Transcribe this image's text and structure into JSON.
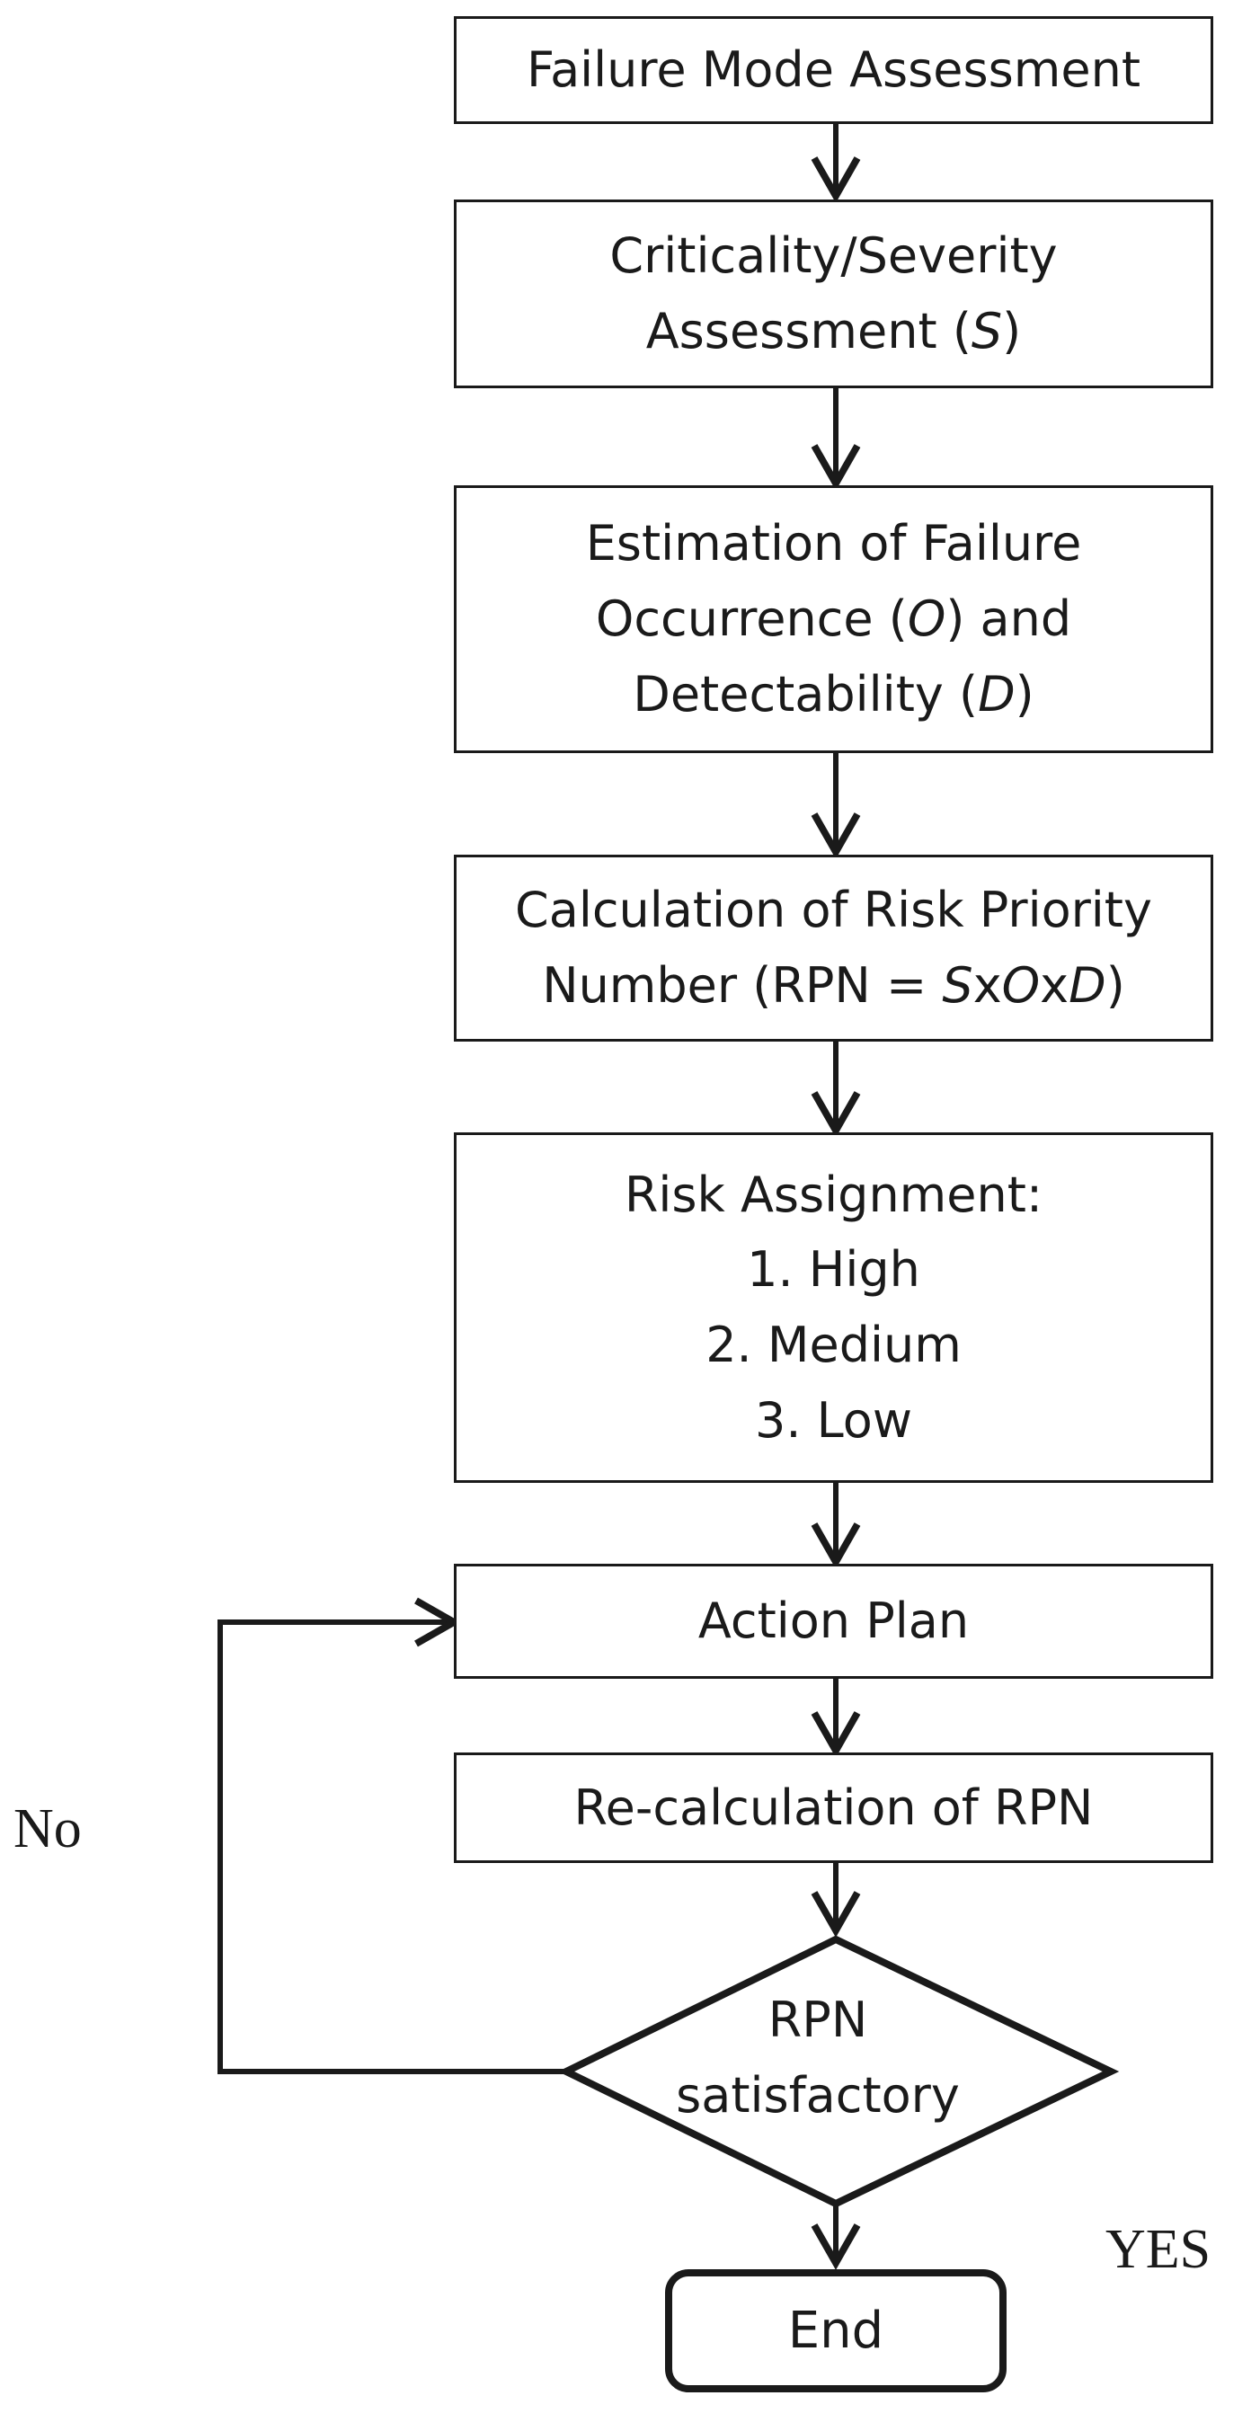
{
  "steps": {
    "failure_mode": {
      "line1": "Failure Mode Assessment"
    },
    "severity": {
      "line1": "Criticality/Severity",
      "line2_prefix": "Assessment (",
      "line2_var": "S",
      "line2_suffix": ")"
    },
    "estimation": {
      "line1": "Estimation of Failure",
      "line2_prefix": "Occurrence (",
      "line2_var": "O",
      "line2_suffix": ") and",
      "line3_prefix": "Detectability (",
      "line3_var": "D",
      "line3_suffix": ")"
    },
    "rpn_calc": {
      "line1": "Calculation of Risk Priority",
      "line2_prefix": "Number (RPN = ",
      "line2_s": "S",
      "line2_x1": "x",
      "line2_o": "O",
      "line2_x2": "x",
      "line2_d": "D",
      "line2_suffix": ")"
    },
    "risk_assignment": {
      "title": "Risk Assignment:",
      "items": [
        "1. High",
        "2. Medium",
        "3. Low"
      ]
    },
    "action_plan": {
      "label": "Action Plan"
    },
    "recalc": {
      "label": "Re-calculation of RPN"
    }
  },
  "decision": {
    "line1": "RPN",
    "line2": "satisfactory"
  },
  "terminal": {
    "label": "End"
  },
  "branch_labels": {
    "no": "No",
    "yes": "YES"
  }
}
